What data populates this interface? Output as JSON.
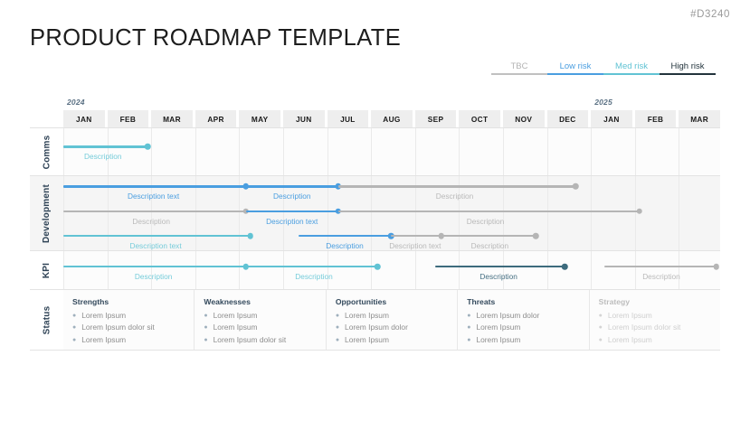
{
  "header": {
    "doc_code": "#D3240",
    "title": "PRODUCT ROADMAP TEMPLATE"
  },
  "legend": {
    "items": [
      {
        "label": "TBC",
        "color": "#c0c0c0",
        "key": "tbc"
      },
      {
        "label": "Low risk",
        "color": "#4a9ee0",
        "key": "low"
      },
      {
        "label": "Med risk",
        "color": "#61c3d4",
        "key": "med"
      },
      {
        "label": "High risk",
        "color": "#22333c",
        "key": "high"
      }
    ]
  },
  "timeline": {
    "years": [
      {
        "label": "2024",
        "start_index": 0
      },
      {
        "label": "2025",
        "start_index": 12
      }
    ],
    "months": [
      "JAN",
      "FEB",
      "MAR",
      "APR",
      "MAY",
      "JUN",
      "JUL",
      "AUG",
      "SEP",
      "OCT",
      "NOV",
      "DEC",
      "JAN",
      "FEB",
      "MAR"
    ]
  },
  "lanes": [
    {
      "name": "Comms",
      "label": "Comms",
      "rows": [
        {
          "segments": [
            {
              "start": 0.0,
              "end": 1.92,
              "risk": "med",
              "label": "Description",
              "label_at": 0.9,
              "end_dot": true
            }
          ]
        }
      ]
    },
    {
      "name": "Development",
      "label": "Development",
      "rows": [
        {
          "segments": [
            {
              "start": 0.0,
              "end": 4.15,
              "risk": "low",
              "label": "Description text",
              "label_at": 2.05,
              "end_dot": true
            },
            {
              "start": 4.15,
              "end": 6.25,
              "risk": "low",
              "label": "Description",
              "label_at": 5.2,
              "end_dot": true
            },
            {
              "start": 6.25,
              "end": 11.65,
              "risk": "tbc",
              "label": "Description",
              "label_at": 8.9,
              "end_dot": true
            }
          ]
        },
        {
          "segments": [
            {
              "start": 0.0,
              "end": 4.15,
              "risk": "tbc",
              "label": "Description",
              "label_at": 2.0,
              "end_dot": true
            },
            {
              "start": 4.15,
              "end": 6.25,
              "risk": "low",
              "label": "Description text",
              "label_at": 5.2,
              "end_dot": true
            },
            {
              "start": 6.25,
              "end": 13.1,
              "risk": "tbc",
              "label": "Description",
              "label_at": 9.6,
              "end_dot": true
            }
          ]
        },
        {
          "segments": [
            {
              "start": 0.0,
              "end": 4.25,
              "risk": "med",
              "label": "Description text",
              "label_at": 2.1,
              "end_dot": true
            },
            {
              "start": 5.35,
              "end": 7.45,
              "risk": "low",
              "label": "Description",
              "label_at": 6.4,
              "end_dot": true
            },
            {
              "start": 7.45,
              "end": 8.6,
              "risk": "tbc",
              "label": "Description text",
              "label_at": 8.0,
              "end_dot": true
            },
            {
              "start": 8.6,
              "end": 10.75,
              "risk": "tbc",
              "label": "Description",
              "label_at": 9.7,
              "end_dot": true
            }
          ]
        }
      ]
    },
    {
      "name": "KPI",
      "label": "KPI",
      "rows": [
        {
          "segments": [
            {
              "start": 0.0,
              "end": 4.15,
              "risk": "med",
              "label": "Description",
              "label_at": 2.05,
              "end_dot": true
            },
            {
              "start": 4.15,
              "end": 7.15,
              "risk": "med",
              "label": "Description",
              "label_at": 5.7,
              "end_dot": true
            },
            {
              "start": 8.45,
              "end": 11.4,
              "risk": "high",
              "label": "Description",
              "label_at": 9.9,
              "end_dot": true
            },
            {
              "start": 12.3,
              "end": 14.85,
              "risk": "tbc",
              "label": "Description",
              "label_at": 13.6,
              "end_dot": true
            }
          ]
        }
      ]
    }
  ],
  "status": {
    "label": "Status",
    "columns": [
      {
        "heading": "Strengths",
        "dim": false,
        "items": [
          "Lorem Ipsum",
          "Lorem Ipsum dolor sit",
          "Lorem Ipsum"
        ]
      },
      {
        "heading": "Weaknesses",
        "dim": false,
        "items": [
          "Lorem Ipsum",
          "Lorem Ipsum",
          "Lorem Ipsum dolor sit"
        ]
      },
      {
        "heading": "Opportunities",
        "dim": false,
        "items": [
          "Lorem Ipsum",
          "Lorem Ipsum  dolor",
          "Lorem Ipsum"
        ]
      },
      {
        "heading": "Threats",
        "dim": false,
        "items": [
          "Lorem Ipsum dolor",
          "Lorem Ipsum",
          "Lorem Ipsum"
        ]
      },
      {
        "heading": "Strategy",
        "dim": true,
        "items": [
          "Lorem Ipsum",
          "Lorem Ipsum dolor sit",
          "Lorem Ipsum"
        ]
      }
    ]
  }
}
